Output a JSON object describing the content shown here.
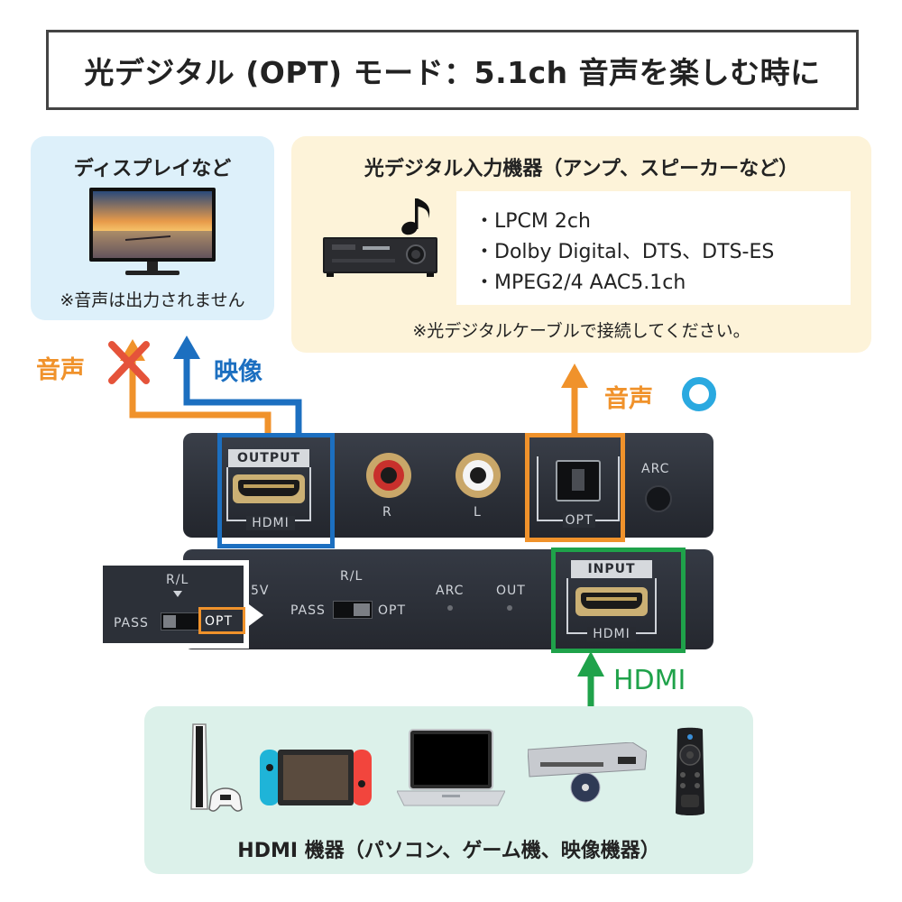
{
  "title": "光デジタル (OPT) モード：5.1ch 音声を楽しむ時に",
  "display": {
    "title": "ディスプレイなど",
    "note": "※音声は出力されません"
  },
  "optical": {
    "title": "光デジタル入力機器（アンプ、スピーカーなど）",
    "formats": [
      "・LPCM 2ch",
      "・Dolby Digital、DTS、DTS-ES",
      "・MPEG2/4 AAC5.1ch"
    ],
    "note": "※光デジタルケーブルで接続してください。"
  },
  "arrows": {
    "audio_left": "音声",
    "video": "映像",
    "audio_right": "音声",
    "hdmi_in": "HDMI"
  },
  "device_top": {
    "output": "OUTPUT",
    "hdmi": "HDMI",
    "r": "R",
    "l": "L",
    "opt": "OPT",
    "arc": "ARC"
  },
  "device_bottom": {
    "v5": "5V",
    "rl": "R/L",
    "pass": "PASS",
    "opt": "OPT",
    "arc": "ARC",
    "out": "OUT",
    "input": "INPUT",
    "hdmi": "HDMI"
  },
  "switch_inset": {
    "rl": "R/L",
    "pass": "PASS",
    "opt": "OPT"
  },
  "sources": {
    "title": "HDMI 機器（パソコン、ゲーム機、映像機器）"
  },
  "colors": {
    "orange": "#f0922b",
    "blue": "#1c6fc0",
    "green": "#1fa24a",
    "cross": "#e5533a",
    "circle": "#2aa9e0"
  }
}
